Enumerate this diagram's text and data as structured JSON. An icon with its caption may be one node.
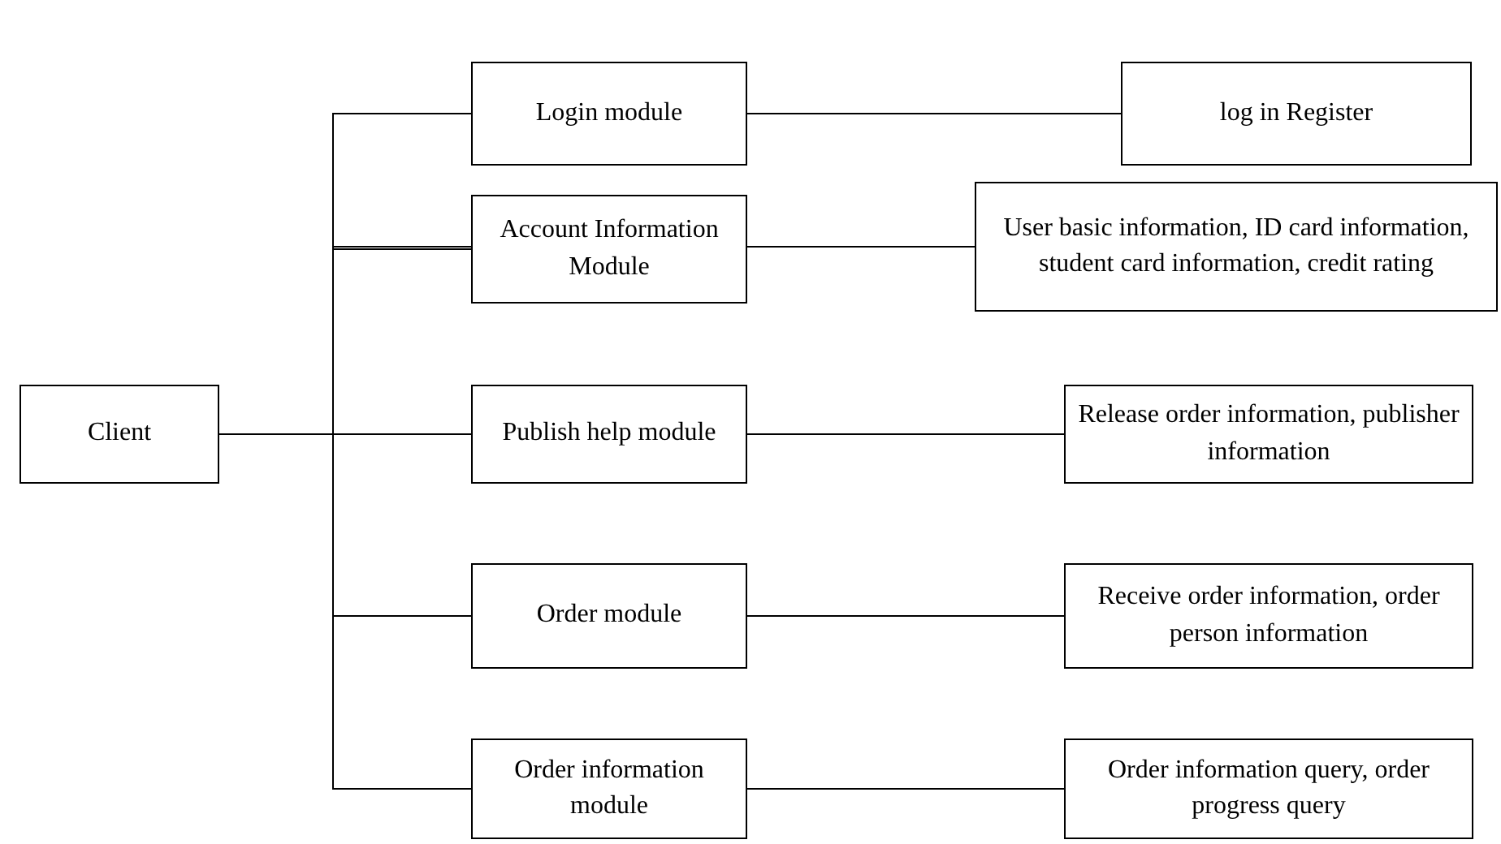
{
  "diagram": {
    "nodes": [
      {
        "text": [
          "Client"
        ]
      },
      {
        "text": [
          "Login module"
        ]
      },
      {
        "text": [
          "Account Information Module"
        ]
      },
      {
        "text": [
          "Publish help module"
        ]
      },
      {
        "text": [
          "Order module"
        ]
      },
      {
        "text": [
          "Order information module"
        ]
      },
      {
        "text": [
          "log in Register"
        ]
      },
      {
        "text": [
          "User basic information, ID card information, student card information, credit rating"
        ]
      },
      {
        "text": [
          "Release order information, publisher information"
        ]
      },
      {
        "text": [
          "Receive order information, order person information"
        ]
      },
      {
        "text": [
          "Order information query, order progress query"
        ]
      }
    ],
    "edges": [
      {
        "from": 0,
        "to": 1,
        "arrow": "none"
      },
      {
        "from": 0,
        "to": 2,
        "arrow": "none"
      },
      {
        "from": 0,
        "to": 3,
        "arrow": "none"
      },
      {
        "from": 0,
        "to": 4,
        "arrow": "none"
      },
      {
        "from": 0,
        "to": 5,
        "arrow": "none"
      },
      {
        "from": 1,
        "to": 6,
        "arrow": "none"
      },
      {
        "from": 2,
        "to": 7,
        "arrow": "none"
      },
      {
        "from": 3,
        "to": 8,
        "arrow": "none"
      },
      {
        "from": 4,
        "to": 9,
        "arrow": "none"
      },
      {
        "from": 5,
        "to": 10,
        "arrow": "none"
      }
    ]
  }
}
